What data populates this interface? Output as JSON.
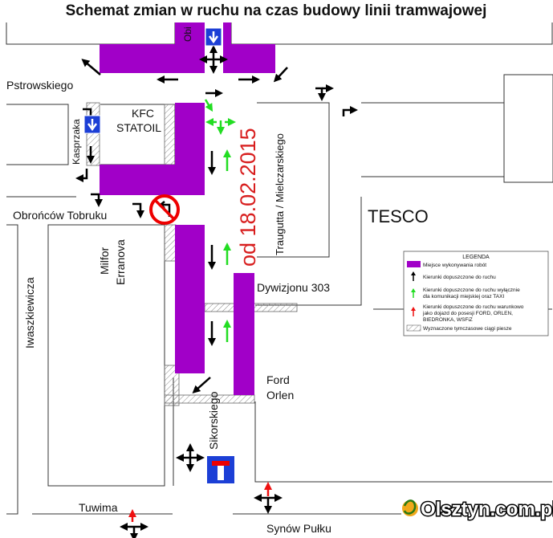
{
  "title": "Schemat zmian w ruchu na czas budowy linii tramwajowej",
  "streets": {
    "obi": "Obi",
    "pstrowskiego": "Pstrowskiego",
    "kasprzaka": "Kasprzaka",
    "obroncow": "Obrońców Tobruku",
    "milfor": "Milfor",
    "erranova": "Erranova",
    "iwaszkiewicza": "Iwaszkiewicza",
    "traugutta": "Traugutta / Mielczarskiego",
    "dywizjonu": "Dywizjonu 303",
    "sikorskiego": "Sikorskiego",
    "tuwima": "Tuwima",
    "synow": "Synów Pułku"
  },
  "places": {
    "kfc1": "KFC",
    "kfc2": "STATOIL",
    "tesco": "TESCO",
    "ford": "Ford",
    "orlen": "Orlen"
  },
  "date_stamp": "od 18.02.2015",
  "legend": {
    "title": "LEGENDA",
    "items": [
      "Miejsce wykonywania robót",
      "Kierunki dopuszczone do ruchu",
      "Kierunki dopuszczone do ruchu wyłącznie",
      "dla komunikacji miejskiej oraz TAXI",
      "Kierunki dopuszczone do ruchu warunkowo",
      "jako dojazd do posesji FORD, ORLEN,",
      "BIEDRONKA, WSFiZ",
      "Wyznaczone tymczasowe ciągi piesze"
    ]
  },
  "logo": "Olsztyn.com.pl",
  "colors": {
    "works": "#a100c8",
    "bus_taxi": "#22dd22",
    "conditional": "#ee1111",
    "sign_blue": "#1c3fd6",
    "date_red": "#d81e1e"
  }
}
